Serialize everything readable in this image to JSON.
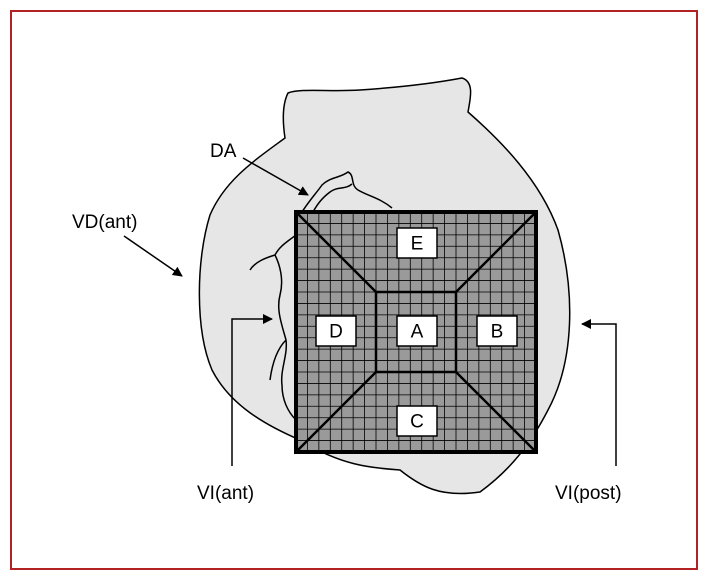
{
  "colors": {
    "frame_border": "#b22222",
    "heart_fill": "#e6e6e6",
    "grid_fill": "#9a9a9a",
    "grid_lines": "#000000"
  },
  "labels": {
    "da": "DA",
    "vd_ant": "VD(ant)",
    "vi_ant": "VI(ant)",
    "vi_post": "VI(post)"
  },
  "zones": {
    "a": "A",
    "b": "B",
    "c": "C",
    "d": "D",
    "e": "E"
  }
}
